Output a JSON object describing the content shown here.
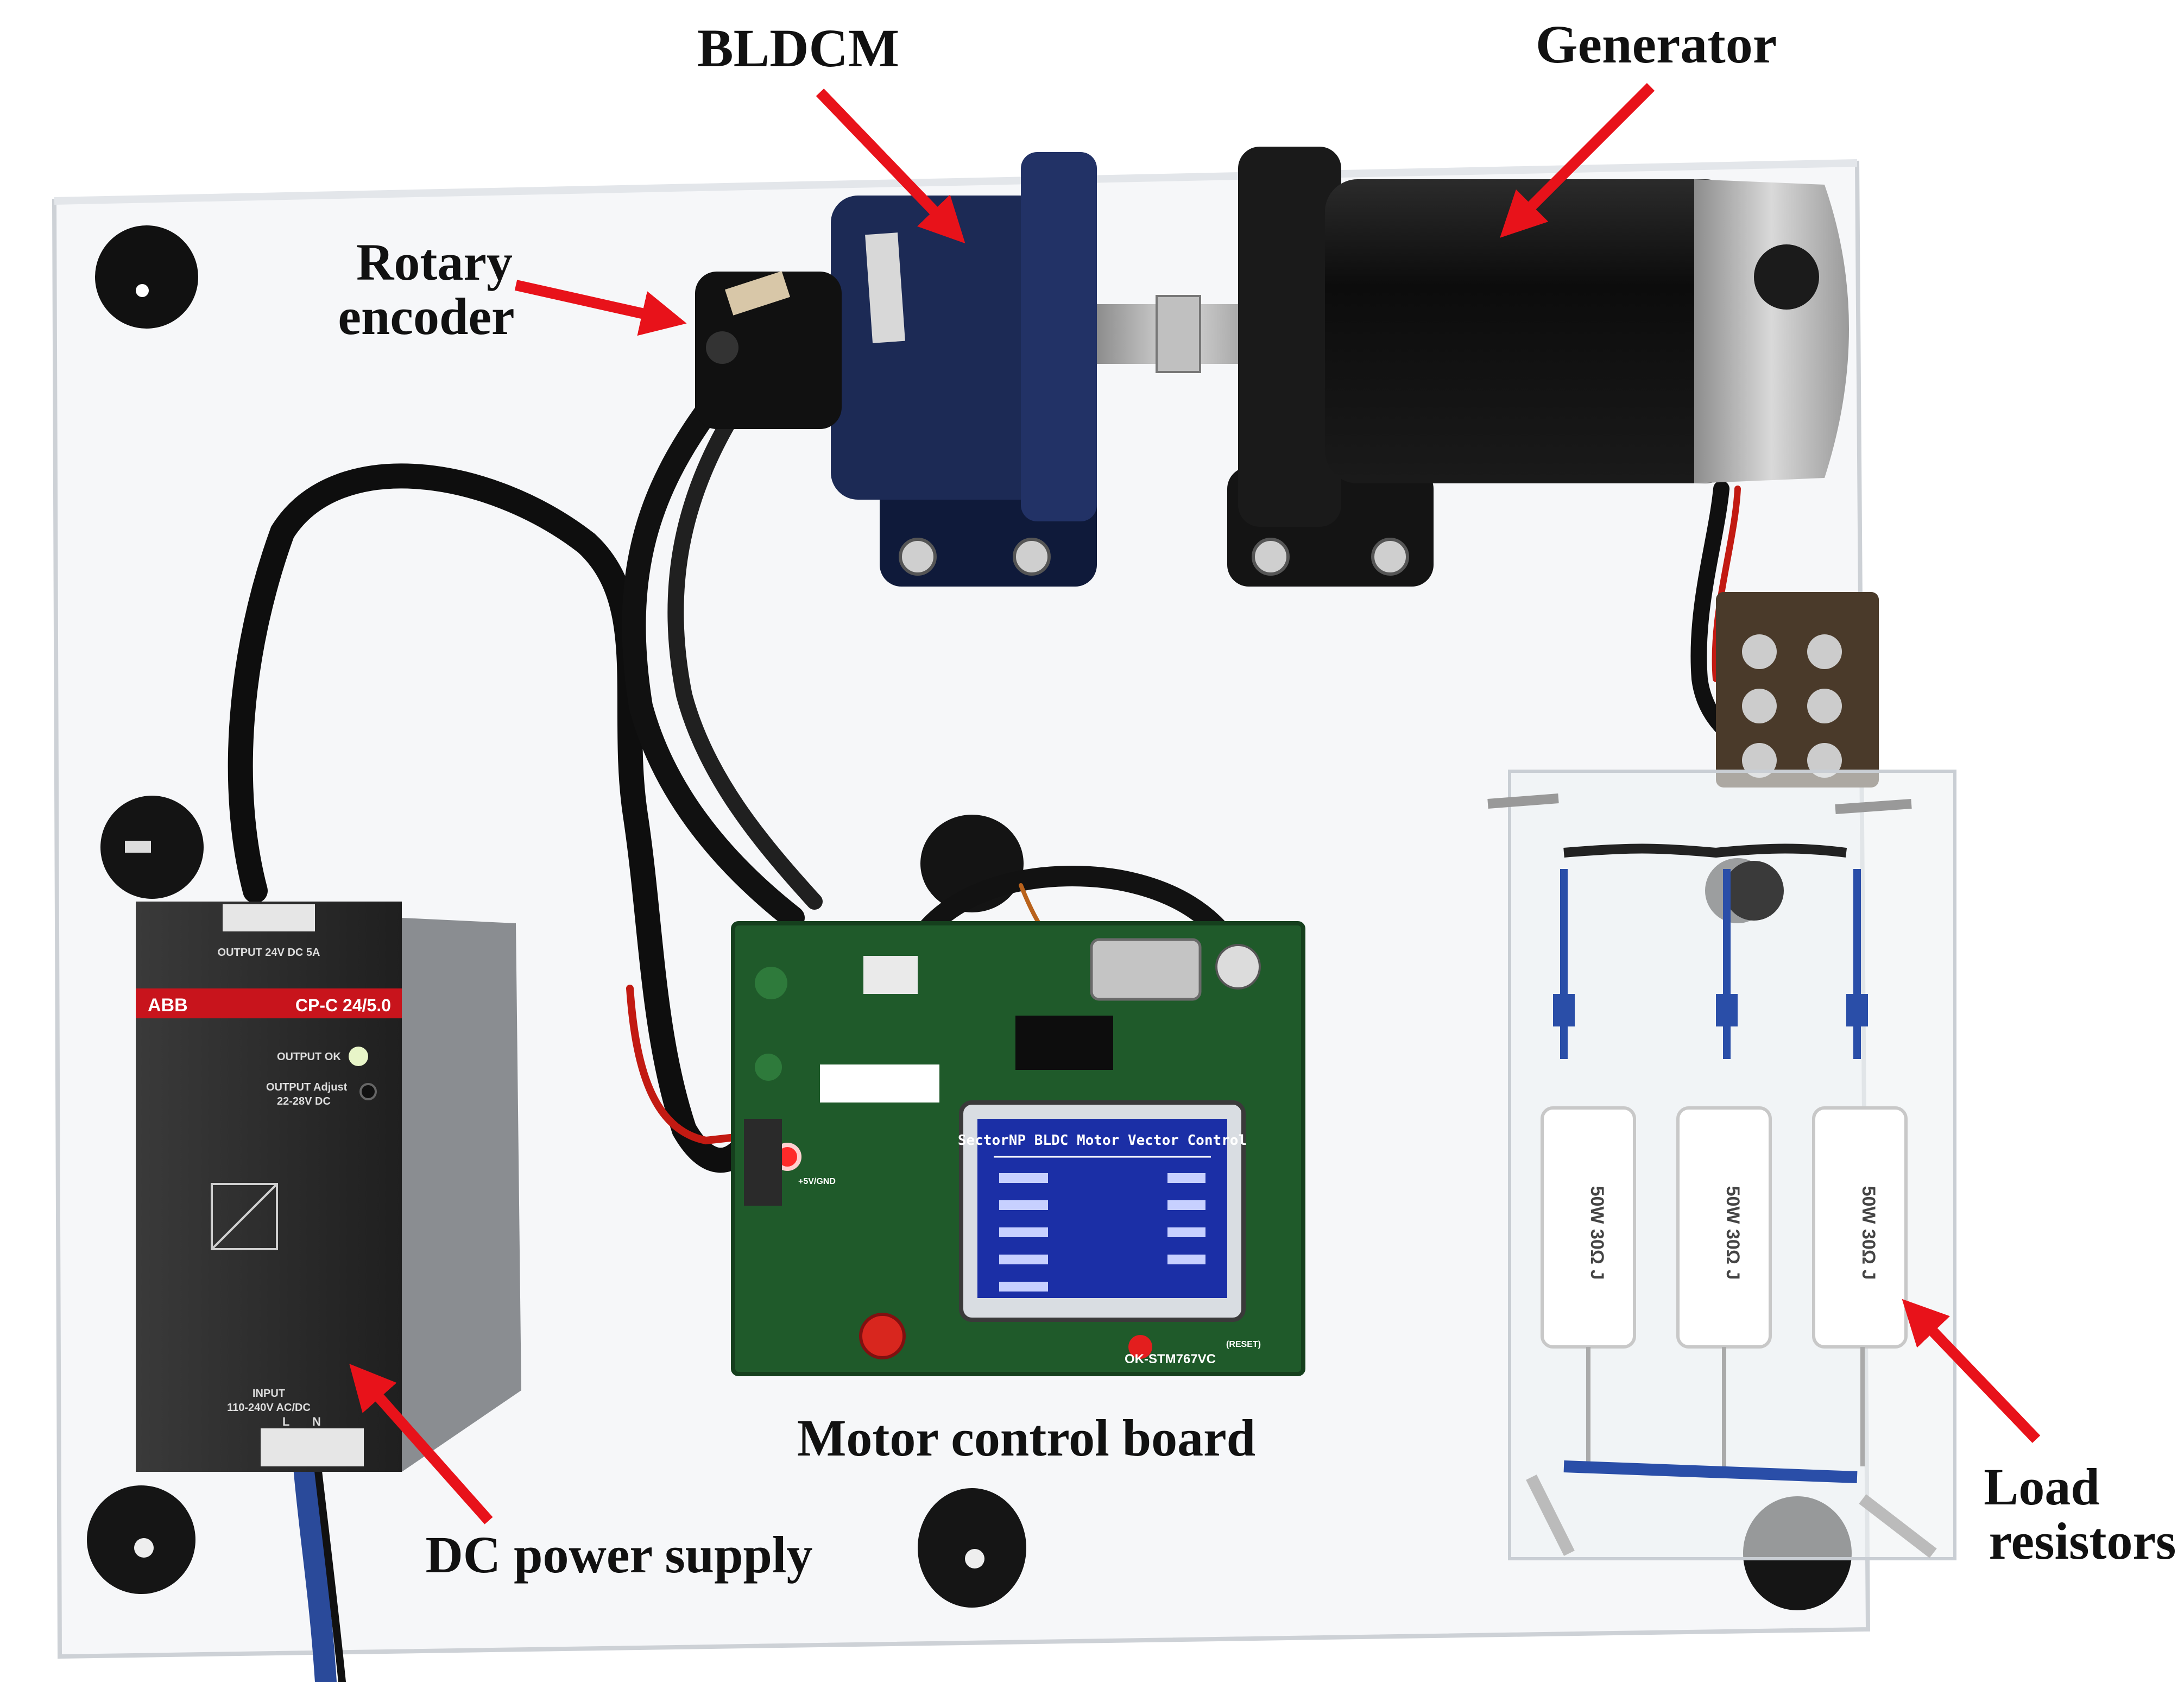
{
  "labels": {
    "bldcm": "BLDCM",
    "generator": "Generator",
    "rotary_encoder_line1": "Rotary",
    "rotary_encoder_line2": "encoder",
    "motor_control_board": "Motor control board",
    "dc_power_supply": "DC power supply",
    "load_resistors_line1": "Load",
    "load_resistors_line2": "resistors"
  },
  "psu": {
    "brand": "ABB",
    "model": "CP-C 24/5.0",
    "output_rating": "OUTPUT 24V DC 5A",
    "output_ok": "OUTPUT OK",
    "output_adjust": "OUTPUT Adjust",
    "adjust_range": "22-28V DC",
    "input_label": "INPUT",
    "input_rating": "110-240V AC/DC",
    "terminals_bottom": [
      "L",
      "N"
    ]
  },
  "board": {
    "silkscreen": "OK-STM767VC",
    "lcd_title": "SectorNP BLDC Motor Vector Control",
    "reset_label": "(RESET)",
    "power_label": "+5V/GND"
  },
  "resistors": {
    "marking": "50W 30Ω J"
  },
  "colors": {
    "arrow": "#e8121a",
    "board_green": "#1f5a2a",
    "lcd_blue": "#1b2fa6",
    "motor_blue": "#1c2a55"
  }
}
